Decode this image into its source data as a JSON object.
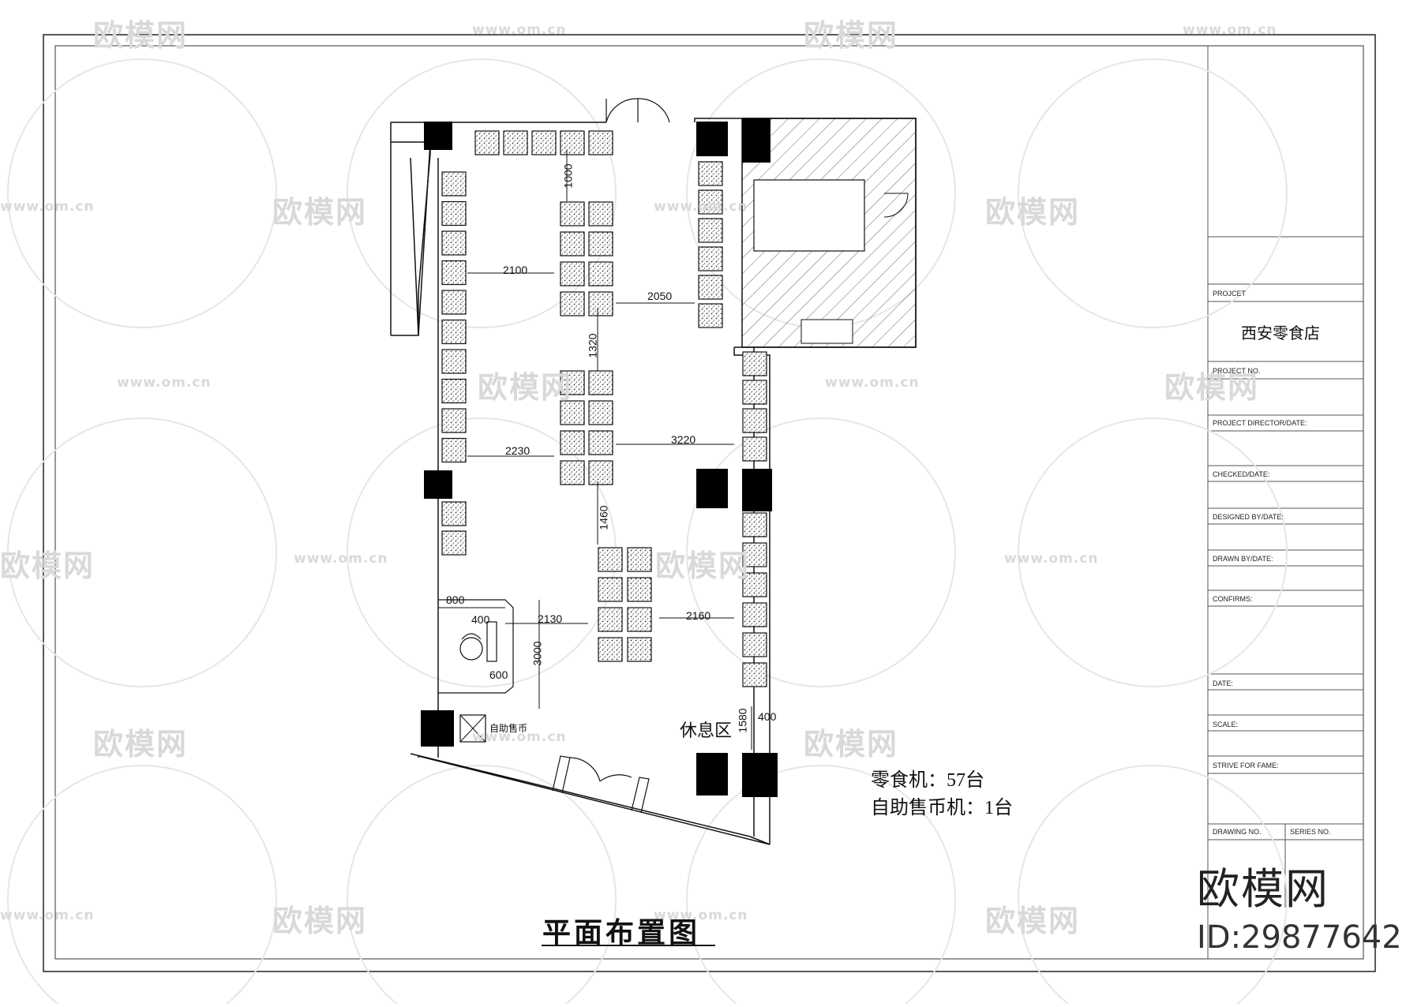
{
  "drawing": {
    "title": "平面布置图",
    "rest_area_label": "休息区",
    "vending_label": "自助售币",
    "stats": {
      "snack_machines": "零食机：57台",
      "coin_machines": "自助售币机：1台"
    },
    "dimensions": {
      "d1000": "1000",
      "d2100": "2100",
      "d2050": "2050",
      "d1320": "1320",
      "d2230": "2230",
      "d3220": "3220",
      "d1460": "1460",
      "d800": "800",
      "d400a": "400",
      "d2130": "2130",
      "d2160": "2160",
      "d3000": "3000",
      "d600": "600",
      "d1580": "1580",
      "d400b": "400"
    }
  },
  "title_block": {
    "project_label": "PROJCET",
    "project_name": "西安零食店",
    "project_no_label": "PROJECT NO.",
    "director_label": "PROJECT DIRECTOR/DATE:",
    "checked_label": "CHECKED/DATE:",
    "designed_label": "DESIGNED BY/DATE:",
    "drawn_label": "DRAWN BY/DATE:",
    "confirms_label": "CONFIRMS:",
    "date_label": "DATE:",
    "scale_label": "SCALE:",
    "strive_label": "STRIVE FOR FAME:",
    "drawing_no_label": "DRAWING NO.",
    "series_no_label": "SERIES NO."
  },
  "watermark": {
    "logo_text": "欧模网",
    "url_text": "www.om.cn",
    "brand": "欧模网",
    "id": "ID:29877642"
  }
}
